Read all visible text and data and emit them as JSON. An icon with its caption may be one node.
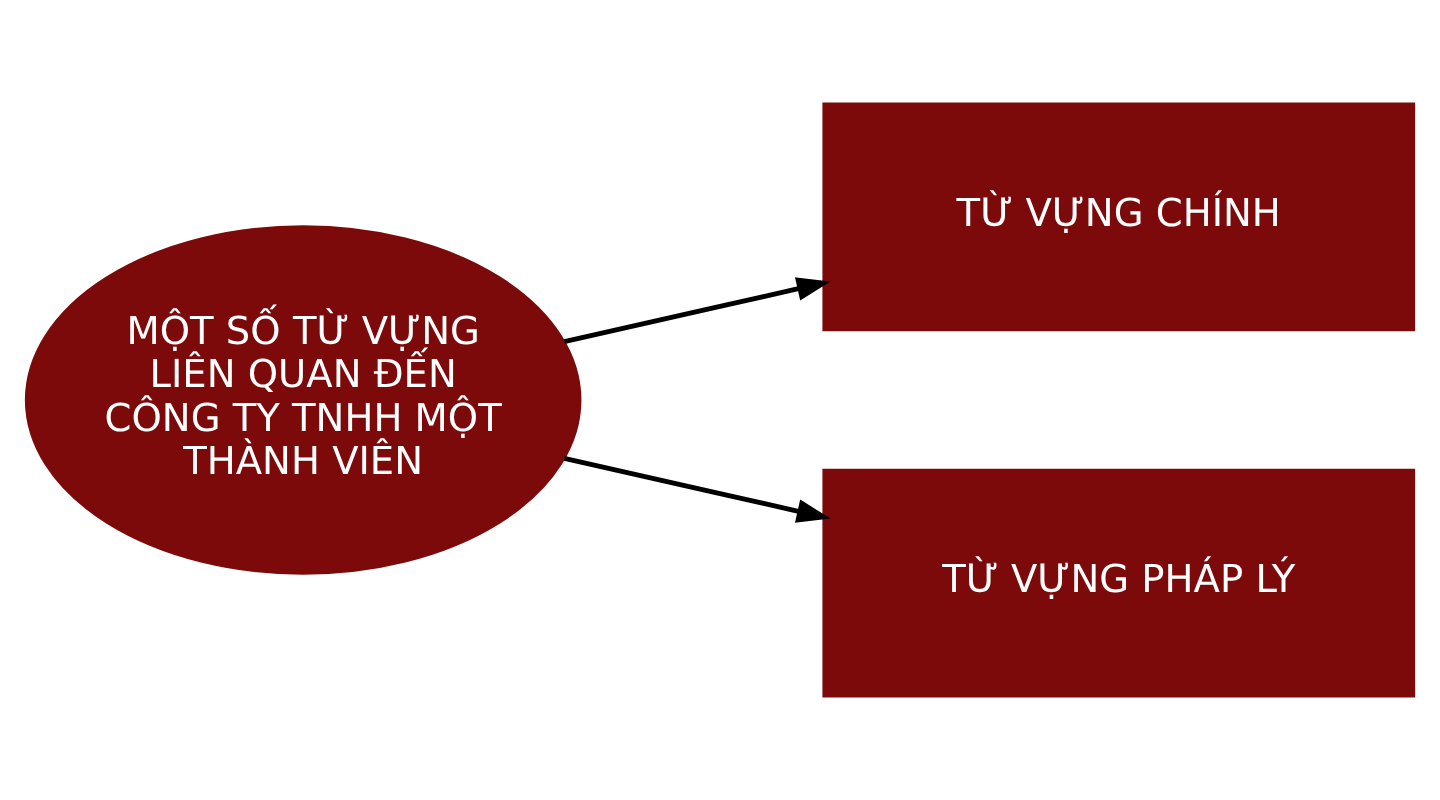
{
  "diagram": {
    "nodes": [
      {
        "text": [
          "MỘT SỐ TỪ VỰNG LIÊN QUAN ĐẾN CÔNG TY TNHH MỘT THÀNH VIÊN"
        ]
      },
      {
        "text": [
          "TỪ VỰNG CHÍNH"
        ]
      },
      {
        "text": [
          "TỪ VỰNG PHÁP LÝ"
        ]
      }
    ],
    "edges": [
      {
        "from": 0,
        "to": 1,
        "arrow": "to"
      },
      {
        "from": 0,
        "to": 2,
        "arrow": "to"
      }
    ]
  }
}
